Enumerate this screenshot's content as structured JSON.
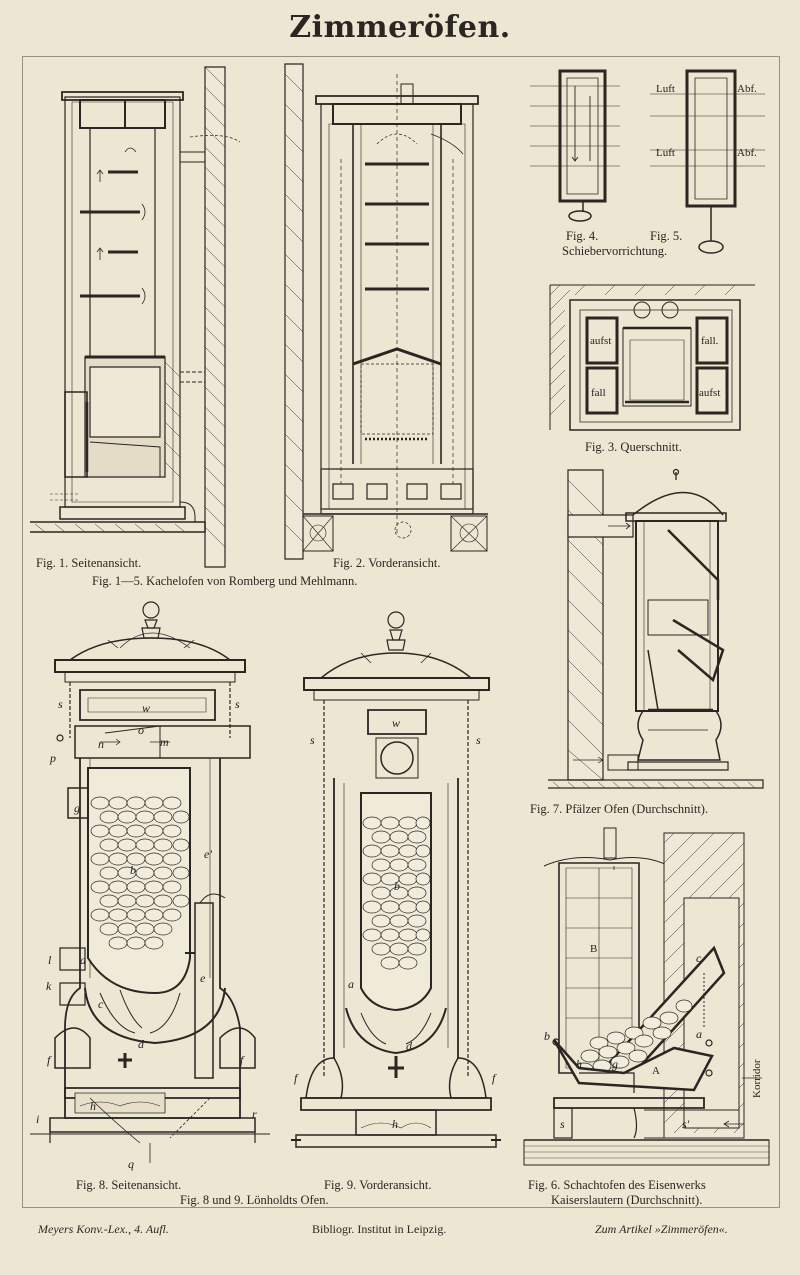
{
  "title": "Zimmeröfen.",
  "captions": {
    "fig1": "Fig. 1.  Seitenansicht.",
    "fig2": "Fig. 2.  Vorderansicht.",
    "fig1_5": "Fig. 1—5.  Kachelofen von Romberg und Mehlmann.",
    "fig4": "Fig. 4.",
    "fig5": "Fig. 5.",
    "fig45_sub": "Schiebervorrichtung.",
    "fig3": "Fig. 3.  Querschnitt.",
    "fig7": "Fig. 7.  Pfälzer Ofen (Durchschnitt).",
    "fig8": "Fig. 8.  Seitenansicht.",
    "fig9": "Fig. 9.  Vorderansicht.",
    "fig89": "Fig. 8 und 9.  Lönholdts Ofen.",
    "fig6_l1": "Fig. 6.  Schachtofen des Eisenwerks",
    "fig6_l2": "Kaiserslautern (Durchschnitt)."
  },
  "labels": {
    "luft": "Luft",
    "abf": "Abf.",
    "aufst": "aufst",
    "fall": "fall.",
    "fall2": "fall",
    "korridor": "Korridor",
    "fig8": [
      "s",
      "w",
      "s",
      "n",
      "o",
      "m",
      "p",
      "g",
      "b",
      "e'",
      "e",
      "l",
      "a",
      "k",
      "c",
      "d",
      "f",
      "f",
      "h",
      "i",
      "r",
      "q"
    ],
    "fig9": [
      "s",
      "w",
      "s",
      "b",
      "a",
      "d",
      "f",
      "f",
      "h"
    ],
    "fig6": [
      "B",
      "c",
      "a",
      "b",
      "h",
      "g",
      "A",
      "s",
      "s'"
    ]
  },
  "footer": {
    "left": "Meyers Konv.-Lex., 4. Aufl.",
    "center": "Bibliogr. Institut in Leipzig.",
    "right": "Zum Artikel »Zimmeröfen«."
  }
}
